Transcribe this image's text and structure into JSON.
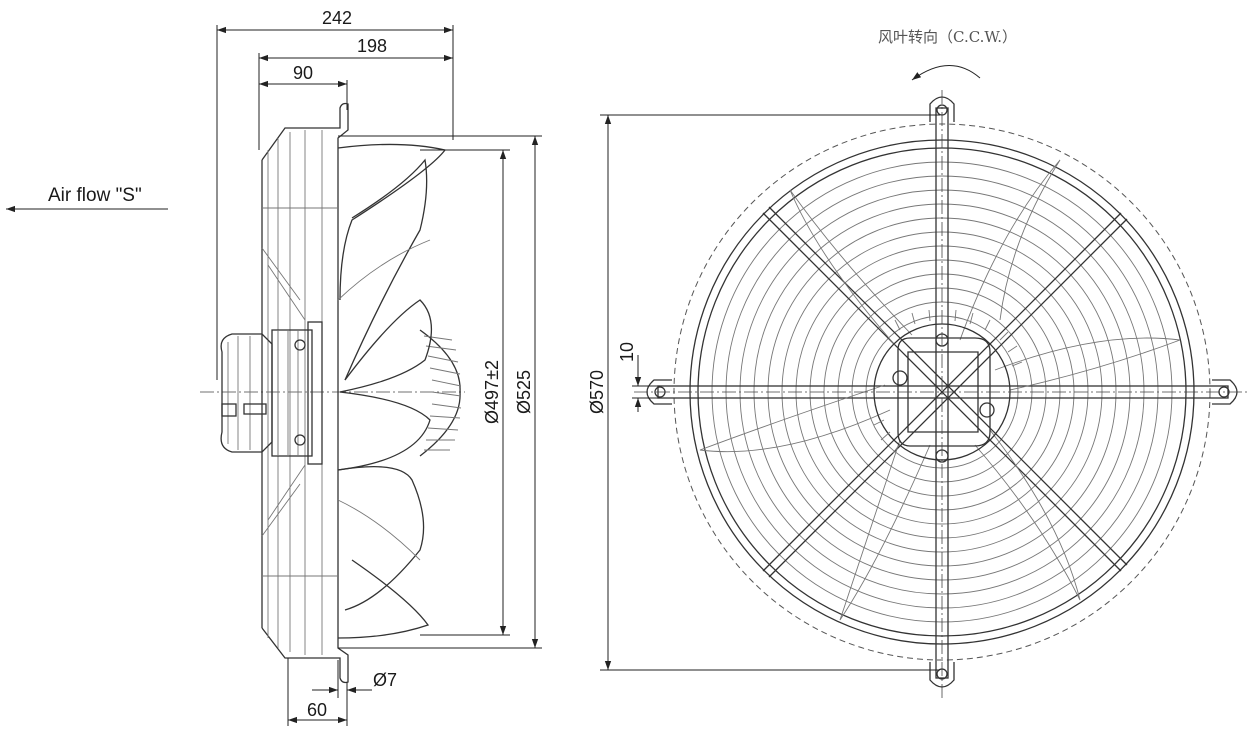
{
  "side_view": {
    "dims": {
      "d242": "242",
      "d198": "198",
      "d90": "90",
      "d60": "60",
      "hole": "Ø7",
      "dia497": "Ø497±2",
      "dia525": "Ø525"
    },
    "airflow_label": "Air flow \"S\""
  },
  "front_view": {
    "rotation_note": "风叶转向（C.C.W.）",
    "dims": {
      "dia570": "Ø570",
      "offset10": "10"
    }
  }
}
